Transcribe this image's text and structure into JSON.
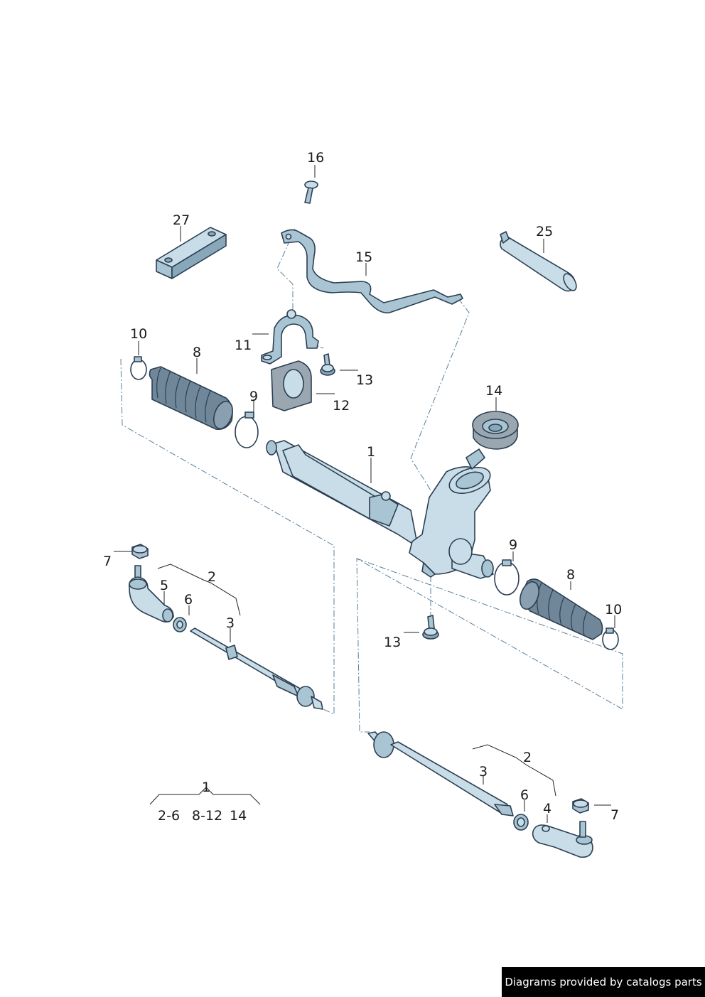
{
  "labels": {
    "p1": "1",
    "p2_left": "2",
    "p2_right": "2",
    "p3_left": "3",
    "p3_right": "3",
    "p4": "4",
    "p5": "5",
    "p6_left": "6",
    "p6_right": "6",
    "p7_left": "7",
    "p7_right": "7",
    "p8_left": "8",
    "p8_right": "8",
    "p9_left": "9",
    "p9_right": "9",
    "p10_left": "10",
    "p10_right": "10",
    "p11": "11",
    "p12": "12",
    "p13_top": "13",
    "p13_bottom": "13",
    "p14": "14",
    "p15": "15",
    "p16": "16",
    "p25": "25",
    "p27": "27"
  },
  "legend": {
    "title": "1",
    "items": [
      "2-6",
      "8-12",
      "14"
    ]
  },
  "footer": {
    "text": "Diagrams provided by catalogs parts"
  },
  "colors": {
    "line": "#2b3f52",
    "metal": "#c9dde8",
    "rubber": "#6f8798",
    "dash": "#5a7f99"
  }
}
